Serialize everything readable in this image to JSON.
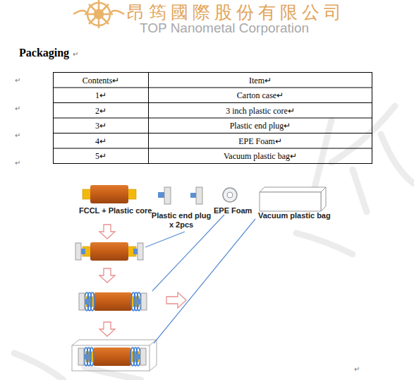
{
  "diagram": {
    "title": "Packaging",
    "labels": [
      "昂筠國際股份有限公司",
      "TOP Nanometal Corporation",
      "↵",
      "Contents↵",
      "Item↵",
      "1↵",
      "Carton case↵",
      "2↵",
      "3 inch plastic core↵",
      "3↵",
      "Plastic end plug↵",
      "4↵",
      "EPE Foam↵",
      "5↵",
      "Vacuum plastic bag↵",
      "↵",
      "↵",
      "↵",
      "↵",
      "FCCL + Plastic core",
      "Plastic end plug x 2pcs",
      "EPE Foam",
      "Vacuum plastic bag",
      "↵"
    ]
  }
}
